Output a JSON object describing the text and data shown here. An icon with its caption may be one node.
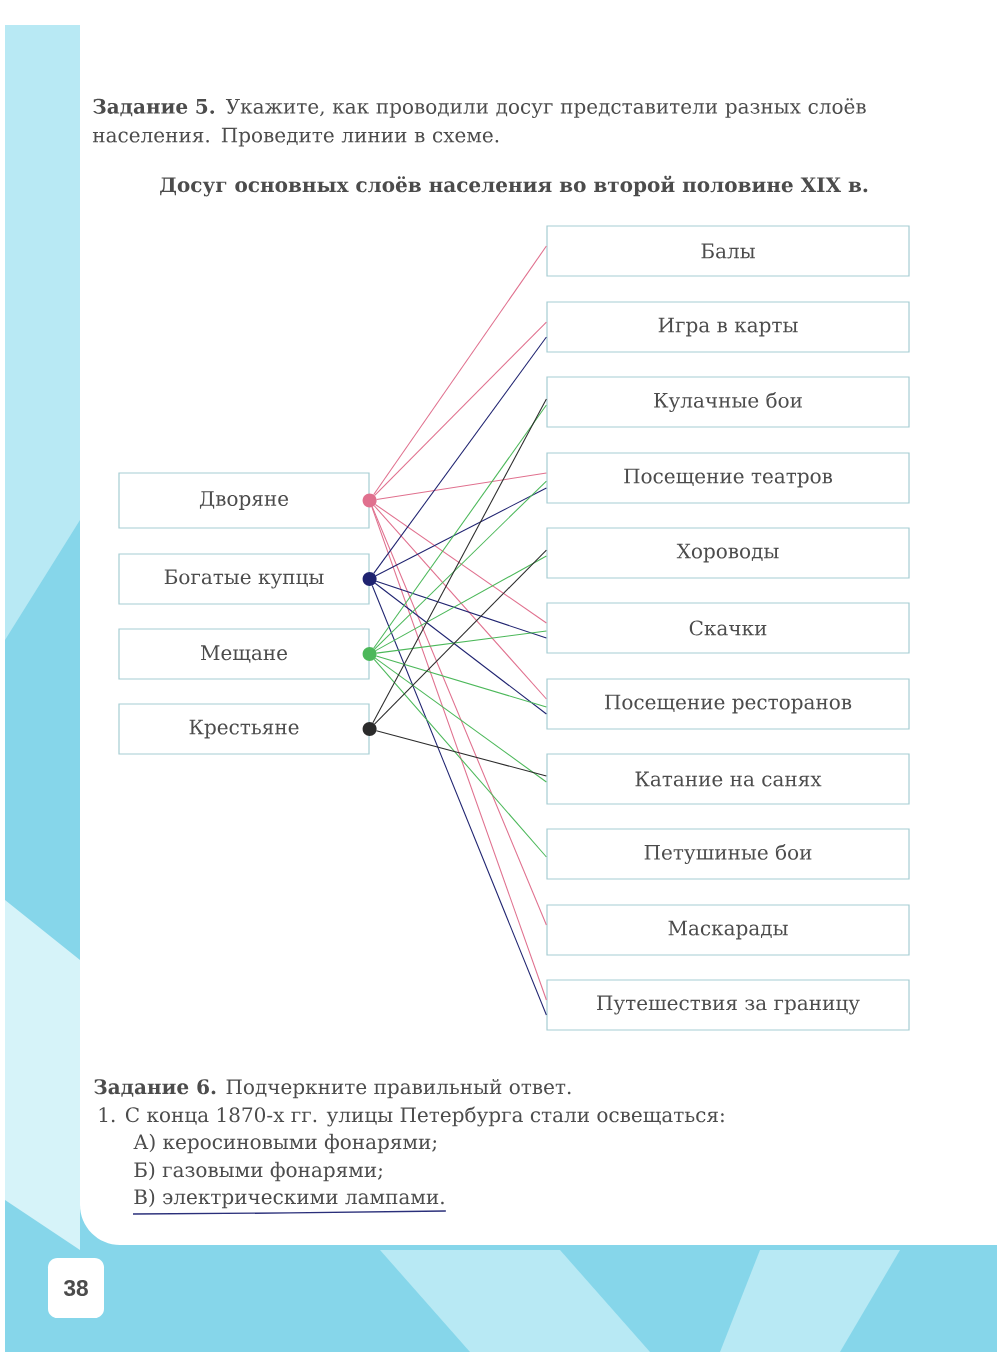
{
  "diagram": {
    "title": "Досуг основных слоёв населения во второй половине XIX в.",
    "nodes": [
      {
        "text": [
          "Дворяне"
        ]
      },
      {
        "text": [
          "Богатые купцы"
        ]
      },
      {
        "text": [
          "Мещане"
        ]
      },
      {
        "text": [
          "Крестьяне"
        ]
      },
      {
        "text": [
          "Балы"
        ]
      },
      {
        "text": [
          "Игра в карты"
        ]
      },
      {
        "text": [
          "Кулачные бои"
        ]
      },
      {
        "text": [
          "Посещение театров"
        ]
      },
      {
        "text": [
          "Хороводы"
        ]
      },
      {
        "text": [
          "Скачки"
        ]
      },
      {
        "text": [
          "Посещение ресторанов"
        ]
      },
      {
        "text": [
          "Катание на санях"
        ]
      },
      {
        "text": [
          "Петушиные бои"
        ]
      },
      {
        "text": [
          "Маскарады"
        ]
      },
      {
        "text": [
          "Путешествия за границу"
        ]
      }
    ],
    "edges": [
      {
        "from": 0,
        "to": 4,
        "arrow": "none",
        "color": "#e0708e"
      },
      {
        "from": 0,
        "to": 5,
        "arrow": "none",
        "color": "#e0708e"
      },
      {
        "from": 0,
        "to": 7,
        "arrow": "none",
        "color": "#e0708e"
      },
      {
        "from": 0,
        "to": 9,
        "arrow": "none",
        "color": "#e0708e"
      },
      {
        "from": 0,
        "to": 10,
        "arrow": "none",
        "color": "#e0708e"
      },
      {
        "from": 0,
        "to": 13,
        "arrow": "none",
        "color": "#e0708e"
      },
      {
        "from": 0,
        "to": 14,
        "arrow": "none",
        "color": "#e0708e"
      },
      {
        "from": 1,
        "to": 5,
        "arrow": "none",
        "color": "#1f2370"
      },
      {
        "from": 1,
        "to": 7,
        "arrow": "none",
        "color": "#1f2370"
      },
      {
        "from": 1,
        "to": 9,
        "arrow": "none",
        "color": "#1f2370"
      },
      {
        "from": 1,
        "to": 10,
        "arrow": "none",
        "color": "#1f2370"
      },
      {
        "from": 1,
        "to": 14,
        "arrow": "none",
        "color": "#1f2370"
      },
      {
        "from": 2,
        "to": 6,
        "arrow": "none",
        "color": "#4cb85a"
      },
      {
        "from": 2,
        "to": 7,
        "arrow": "none",
        "color": "#4cb85a"
      },
      {
        "from": 2,
        "to": 8,
        "arrow": "none",
        "color": "#4cb85a"
      },
      {
        "from": 2,
        "to": 9,
        "arrow": "none",
        "color": "#4cb85a"
      },
      {
        "from": 2,
        "to": 10,
        "arrow": "none",
        "color": "#4cb85a"
      },
      {
        "from": 2,
        "to": 11,
        "arrow": "none",
        "color": "#4cb85a"
      },
      {
        "from": 2,
        "to": 12,
        "arrow": "none",
        "color": "#4cb85a"
      },
      {
        "from": 3,
        "to": 6,
        "arrow": "none",
        "color": "#2b2b2b"
      },
      {
        "from": 3,
        "to": 8,
        "arrow": "none",
        "color": "#2b2b2b"
      },
      {
        "from": 3,
        "to": 11,
        "arrow": "none",
        "color": "#2b2b2b"
      }
    ],
    "labels": [
      "**Задание 5.** Укажите, как проводили досуг представители разных слоёв населения. Проведите линии в схеме.",
      "**Задание 6.** Подчеркните правильный ответ.",
      "1. С конца 1870-х гг. улицы Петербурга стали освещаться:",
      "А) керосиновыми фонарями;",
      "Б) газовыми фонарями;",
      "В) электрическими лампами.",
      "38"
    ]
  }
}
